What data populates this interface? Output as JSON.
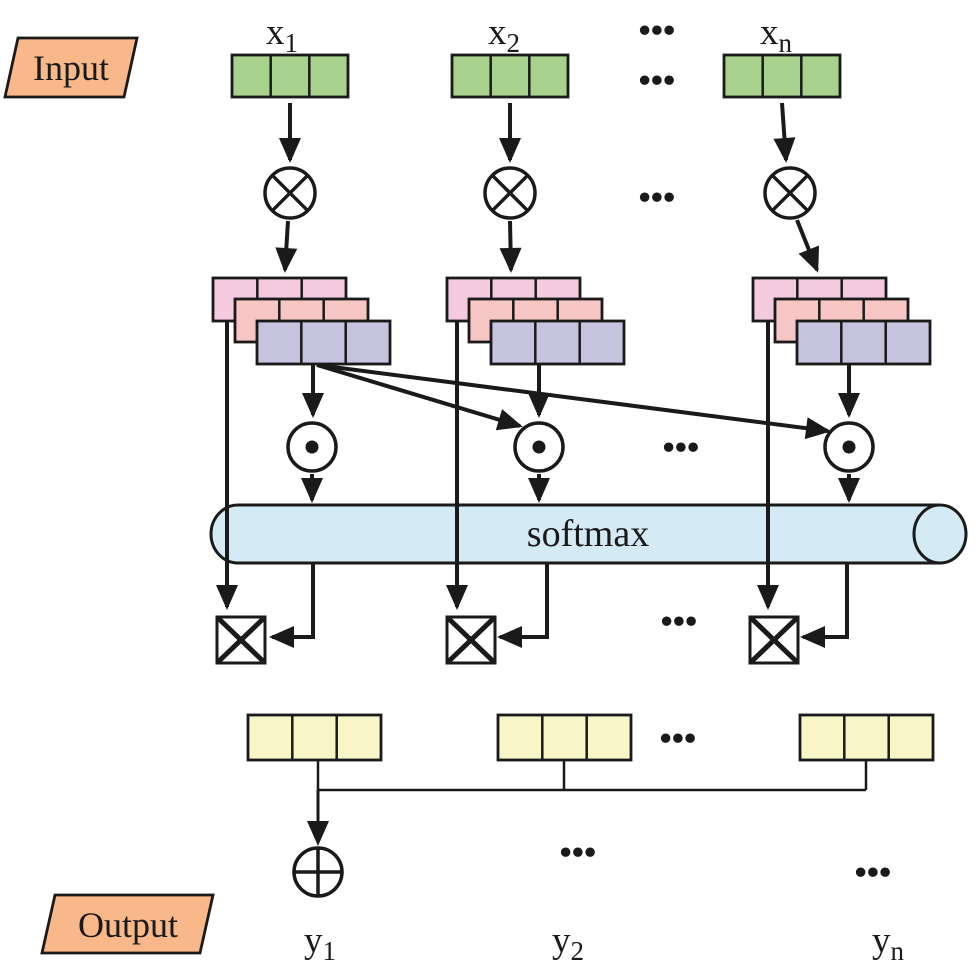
{
  "labels": {
    "input": "Input",
    "output": "Output",
    "softmax": "softmax"
  },
  "columns": [
    {
      "x_base": "x",
      "x_sub": "1",
      "y_base": "y",
      "y_sub": "1"
    },
    {
      "x_base": "x",
      "x_sub": "2",
      "y_base": "y",
      "y_sub": "2"
    },
    {
      "x_base": "x",
      "x_sub": "n",
      "y_base": "y",
      "y_sub": "n"
    }
  ],
  "ellipsis": "•••",
  "operators": {
    "multiply_icon": "circle-times",
    "dot_product_icon": "circle-dot",
    "scale_icon": "box-times",
    "sum_icon": "circle-plus"
  },
  "colors": {
    "background": "#ffffff",
    "stroke": "#1a1a1a",
    "input_vector": "#a8d18e",
    "query_box": "#f3cade",
    "key_box": "#f6c6c4",
    "value_box": "#c6c3de",
    "output_vector": "#f8f5c8",
    "softmax_bar": "#d4eaf5",
    "label_fill": "#f8b88a"
  }
}
